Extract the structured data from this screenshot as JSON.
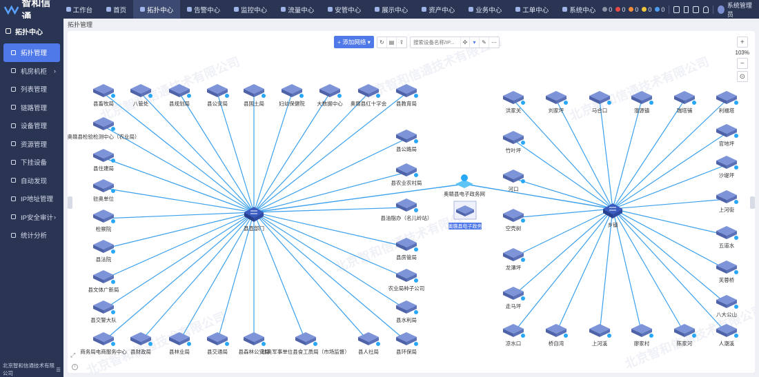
{
  "app": {
    "name": "智和信通"
  },
  "nav": [
    {
      "label": "工作台"
    },
    {
      "label": "首页"
    },
    {
      "label": "拓扑中心",
      "active": true
    },
    {
      "label": "告警中心"
    },
    {
      "label": "监控中心"
    },
    {
      "label": "流量中心"
    },
    {
      "label": "安管中心"
    },
    {
      "label": "展示中心"
    },
    {
      "label": "资产中心"
    },
    {
      "label": "业务中心"
    },
    {
      "label": "工单中心"
    },
    {
      "label": "系统中心"
    }
  ],
  "alarm_counts": [
    {
      "value": "0",
      "color": "#8c93a6"
    },
    {
      "value": "0",
      "color": "#e84a4a"
    },
    {
      "value": "0",
      "color": "#f08a3c"
    },
    {
      "value": "0",
      "color": "#f0c43c"
    },
    {
      "value": "0",
      "color": "#4f9cf0"
    }
  ],
  "user": {
    "name": "系统管理员"
  },
  "sidebar": {
    "title": "拓扑中心",
    "items": [
      {
        "label": "拓扑管理",
        "active": true
      },
      {
        "label": "机房机柜",
        "chev": true
      },
      {
        "label": "列表管理"
      },
      {
        "label": "链路管理"
      },
      {
        "label": "设备管理"
      },
      {
        "label": "资源管理"
      },
      {
        "label": "下挂设备"
      },
      {
        "label": "自动发现"
      },
      {
        "label": "IP地址管理"
      },
      {
        "label": "IP安全审计",
        "chev": true
      },
      {
        "label": "统计分析"
      }
    ],
    "footer": "北京智和信通技术有限公司"
  },
  "breadcrumb": "拓扑管理",
  "toolbar": {
    "add_label": "+ 添加网络 ▾",
    "search_placeholder": "搜索设备名称/IP..."
  },
  "zoom": {
    "level": "103%"
  },
  "watermark": "北京智和信通技术有限公司",
  "topology": {
    "hub_left": {
      "label": "县直部门"
    },
    "hub_right": {
      "label": "乡镇"
    },
    "core": {
      "label": "奥赣县电子政务网"
    },
    "core_box": {
      "label": "奥赣县电子政务"
    },
    "left_nodes": [
      "县畜牧局",
      "八管处",
      "县规划局",
      "县公安局",
      "县国土局",
      "妇幼保健院",
      "大数据中心",
      "奥赣县红十字会",
      "县教育局",
      "奥赣县检验检测中心（农业局）",
      "县住建局",
      "驻奥单位",
      "检察院",
      "县法院",
      "县文体广新局",
      "县交警大队",
      "商务局电商服务中心",
      "县财政局",
      "县林业局",
      "县交通局",
      "县森林公安局",
      "驻奥军事单位县食工质局（市场监督）",
      "县人社局",
      "县环保局",
      "县水利局",
      "农业局种子公司",
      "县房管局",
      "县油脂办（名儿岭站）",
      "县农业农村局",
      "县公路局"
    ],
    "right_nodes": [
      "洪家关",
      "刘家坪",
      "马合口",
      "澧源镇",
      "瑞塔铺",
      "利福塔",
      "官地坪",
      "沙堤坪",
      "上河街",
      "五道水",
      "芙蓉桥",
      "八大公山",
      "人潮溪",
      "陈家河",
      "廖家村",
      "上河溪",
      "桥自湾",
      "凉水口",
      "走马坪",
      "龙潭坪",
      "空壳树",
      "河口",
      "竹叶坪"
    ]
  }
}
